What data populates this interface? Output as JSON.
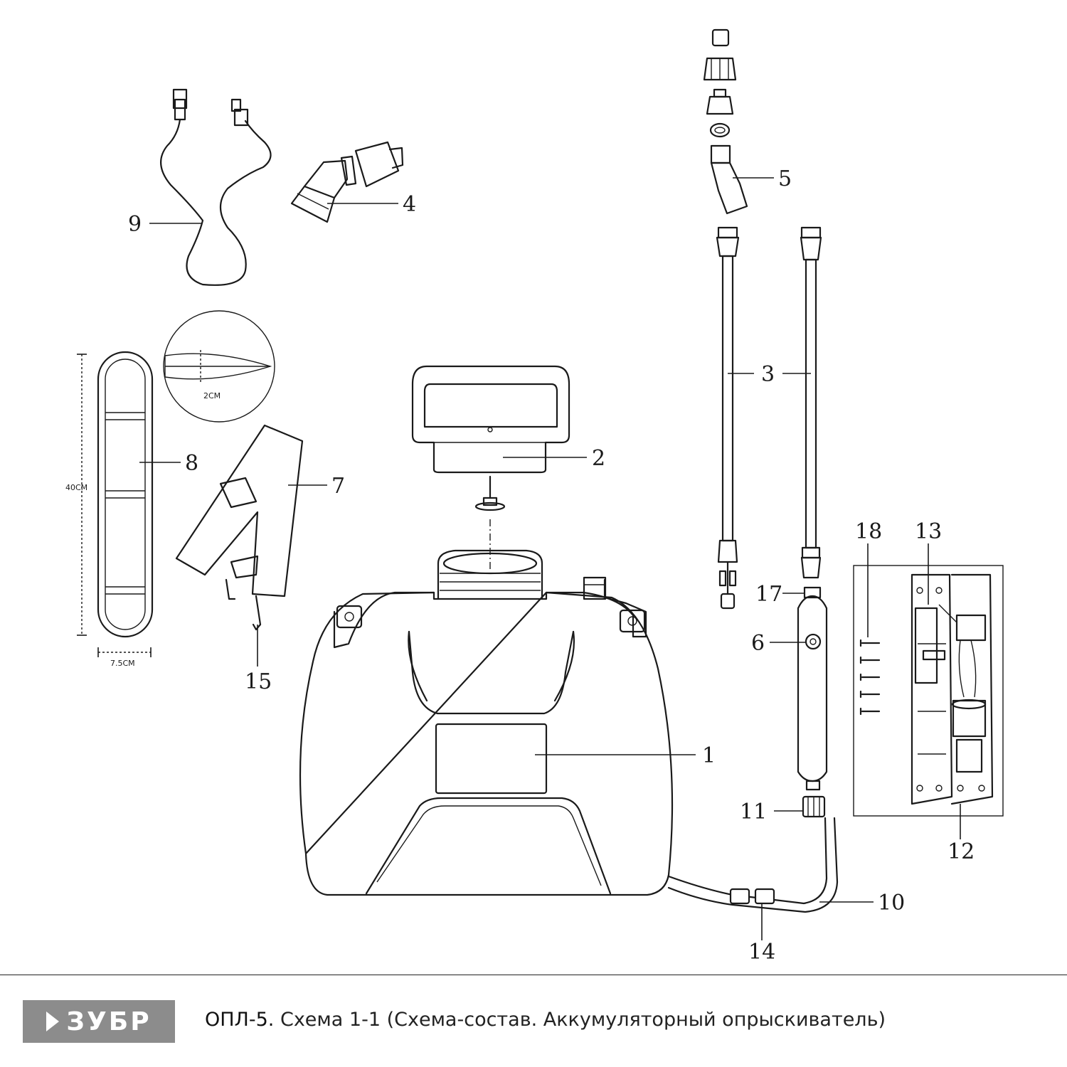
{
  "callouts": [
    "1",
    "2",
    "3",
    "3",
    "4",
    "5",
    "6",
    "7",
    "8",
    "9",
    "10",
    "11",
    "12",
    "13",
    "14",
    "15",
    "17",
    "18"
  ],
  "dimensions": {
    "strap_length": "40CM",
    "strap_width": "7.5CM",
    "thickness": "2CM"
  },
  "footer": {
    "brand": "ЗУБР",
    "model": "ОПЛ-5.",
    "caption": "Схема 1-1 (Схема-состав. Аккумуляторный опрыскиватель)"
  }
}
